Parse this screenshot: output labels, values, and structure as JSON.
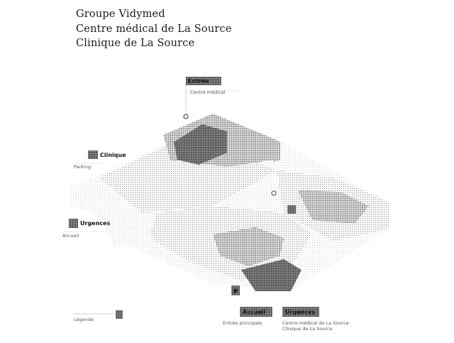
{
  "titles": {
    "line1": "Groupe Vidymed",
    "line2": "Centre médical de La Source",
    "line3": "Clinique de La Source"
  },
  "labels": {
    "top_tag": "Entrée",
    "top_caption": "Centre médical",
    "left_tag": "Clinique",
    "left_caption": "Parking",
    "left_mid_tag": "Urgences",
    "left_mid_caption": "Accueil",
    "bottom_tag": "P",
    "legend_left_caption": "Légende",
    "legend_right1_tag": "Accueil",
    "legend_right1_caption": "Entrée principale",
    "legend_right2_tag": "Urgences",
    "legend_right2_caption": "Centre médical de La Source",
    "legend_right2_caption2": "Clinique de La Source"
  },
  "icons": {
    "markers": [
      "pin-icon",
      "pin-icon",
      "pin-icon",
      "pin-icon",
      "pin-icon",
      "pin-icon"
    ]
  }
}
